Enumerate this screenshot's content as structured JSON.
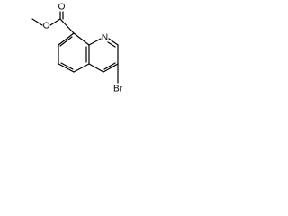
{
  "structure": {
    "atoms": {
      "ester_o": "O",
      "carbonyl_o": "O",
      "ring_n": "N",
      "bromine": "Br"
    }
  }
}
